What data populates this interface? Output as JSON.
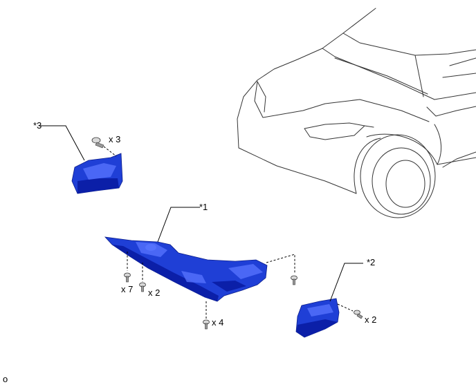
{
  "callouts": {
    "part1": "*1",
    "part2": "*2",
    "part3": "*3"
  },
  "quantities": {
    "q3_clip": "x 3",
    "q7": "x 7",
    "q2_left": "x 2",
    "q4": "x 4",
    "q2_right": "x 2"
  },
  "footer": {
    "code": "o"
  },
  "colors": {
    "part_fill": "#1f3fd6",
    "part_shadow": "#0b1fa8",
    "line": "#000000"
  }
}
